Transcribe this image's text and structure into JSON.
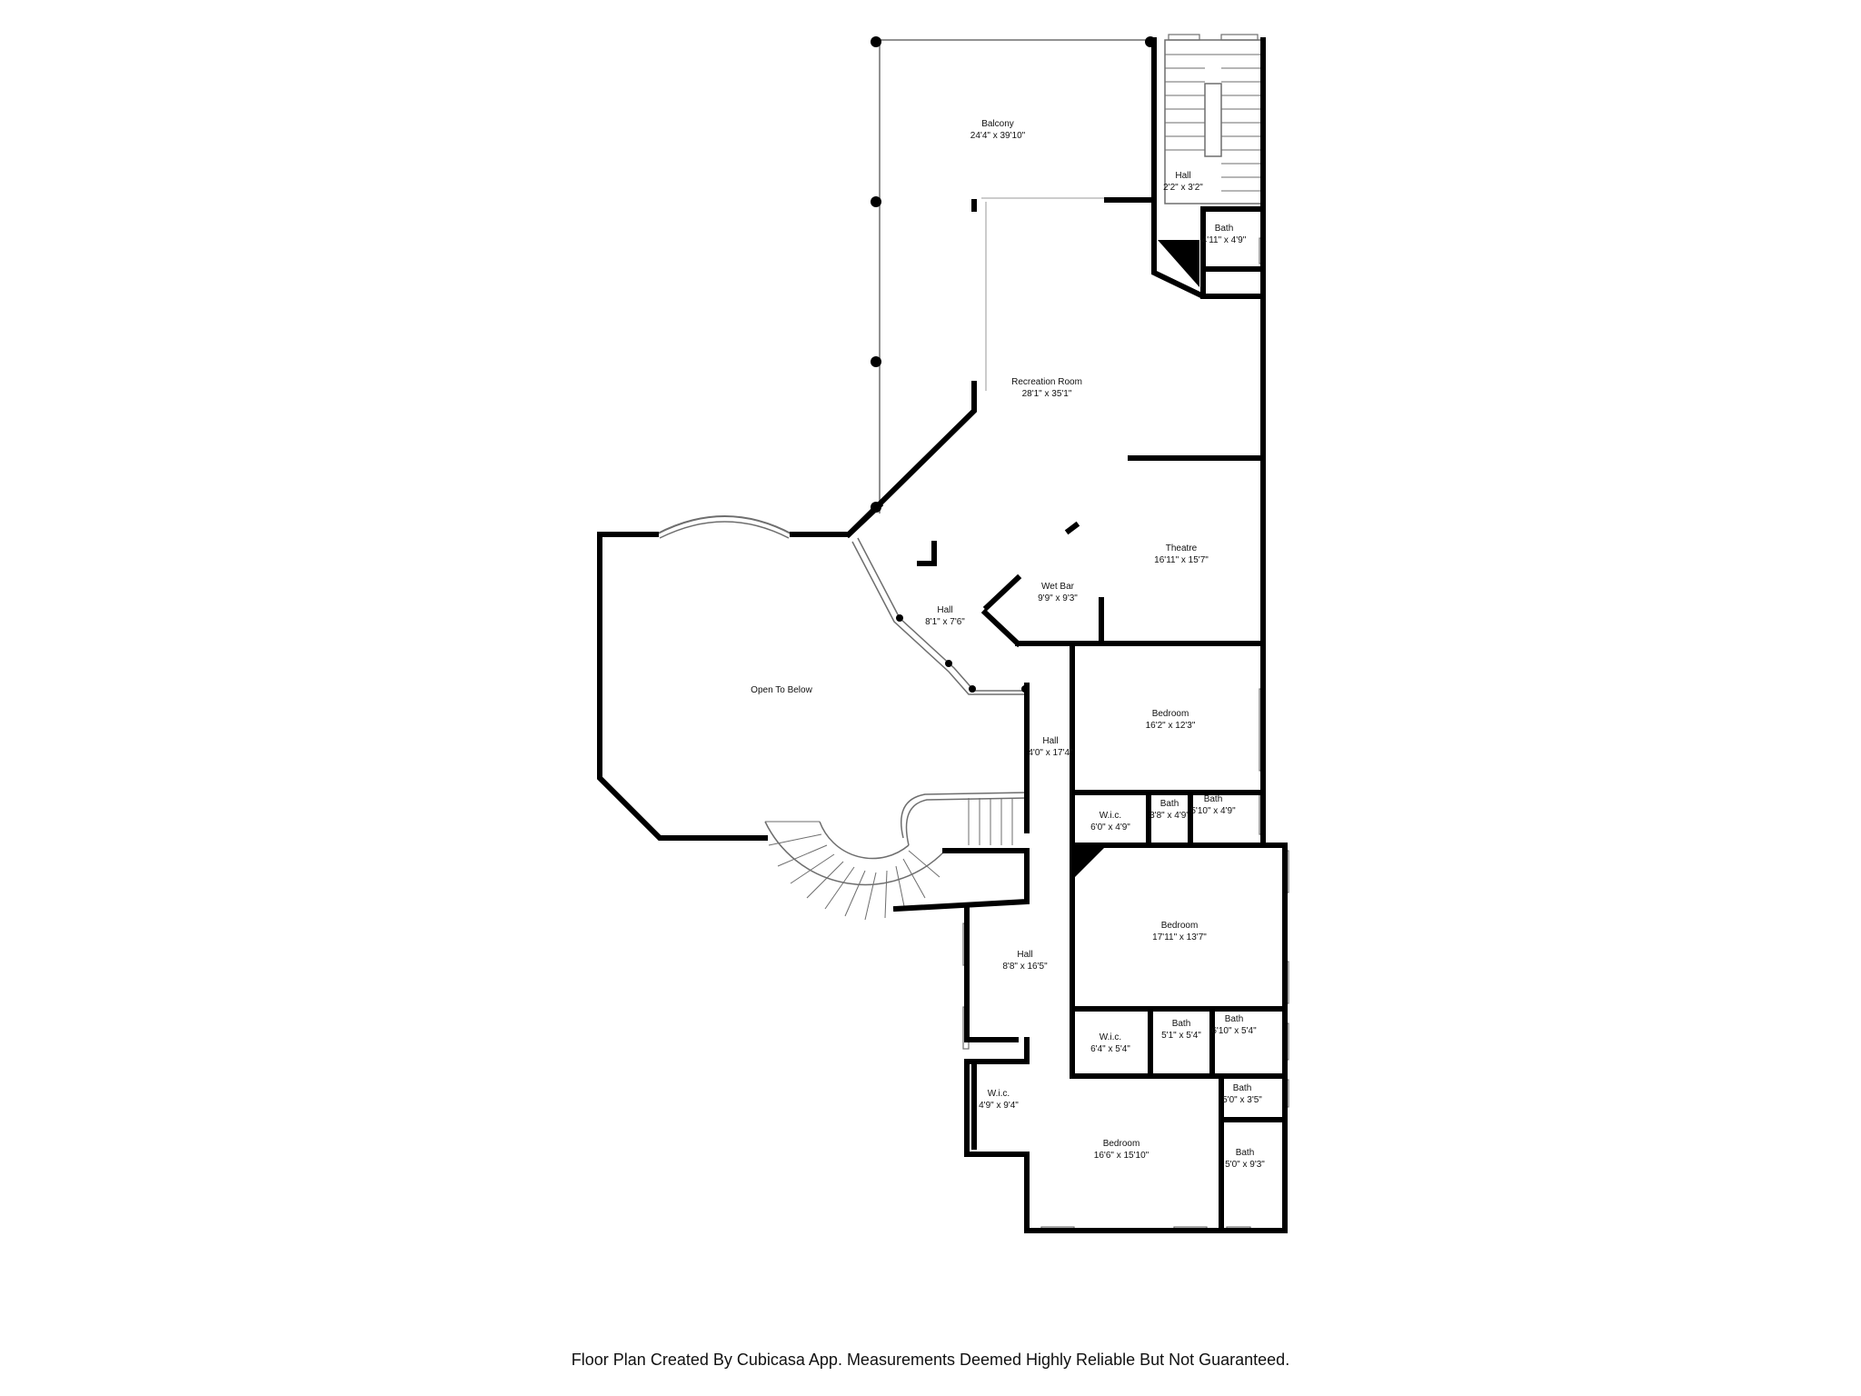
{
  "rooms": [
    {
      "id": "balcony",
      "name": "Balcony",
      "dim": "24'4\" x 39'10\""
    },
    {
      "id": "hall-top",
      "name": "Hall",
      "dim": "2'2\" x 3'2\""
    },
    {
      "id": "bath-top",
      "name": "Bath",
      "dim": "4'11\" x 4'9\""
    },
    {
      "id": "recreation-room",
      "name": "Recreation Room",
      "dim": "28'1\" x 35'1\""
    },
    {
      "id": "theatre",
      "name": "Theatre",
      "dim": "16'11\" x 15'7\""
    },
    {
      "id": "wet-bar",
      "name": "Wet Bar",
      "dim": "9'9\" x 9'3\""
    },
    {
      "id": "hall-diag",
      "name": "Hall",
      "dim": "8'1\" x 7'6\""
    },
    {
      "id": "open-to-below",
      "name": "Open To Below",
      "dim": ""
    },
    {
      "id": "hall-center",
      "name": "Hall",
      "dim": "4'0\" x 17'4\""
    },
    {
      "id": "bedroom-1",
      "name": "Bedroom",
      "dim": "16'2\" x 12'3\""
    },
    {
      "id": "wic-1",
      "name": "W.i.c.",
      "dim": "6'0\" x 4'9\""
    },
    {
      "id": "bath-1a",
      "name": "Bath",
      "dim": "3'8\" x 4'9\""
    },
    {
      "id": "bath-1b",
      "name": "Bath",
      "dim": "5'10\" x 4'9\""
    },
    {
      "id": "bedroom-2",
      "name": "Bedroom",
      "dim": "17'11\" x 13'7\""
    },
    {
      "id": "hall-lower",
      "name": "Hall",
      "dim": "8'8\" x 16'5\""
    },
    {
      "id": "wic-2",
      "name": "W.i.c.",
      "dim": "6'4\" x 5'4\""
    },
    {
      "id": "bath-2a",
      "name": "Bath",
      "dim": "5'1\" x 5'4\""
    },
    {
      "id": "bath-2b",
      "name": "Bath",
      "dim": "6'10\" x 5'4\""
    },
    {
      "id": "wic-3",
      "name": "W.i.c.",
      "dim": "4'9\" x 9'4\""
    },
    {
      "id": "bath-3a",
      "name": "Bath",
      "dim": "5'0\" x 3'5\""
    },
    {
      "id": "bedroom-3",
      "name": "Bedroom",
      "dim": "16'6\" x 15'10\""
    },
    {
      "id": "bath-3b",
      "name": "Bath",
      "dim": "5'0\" x 9'3\""
    }
  ],
  "footer": "Floor Plan Created By Cubicasa App. Measurements Deemed Highly Reliable But Not Guaranteed.",
  "colors": {
    "wall": "#000000",
    "thin": "#6e6e6e",
    "background": "#ffffff"
  }
}
